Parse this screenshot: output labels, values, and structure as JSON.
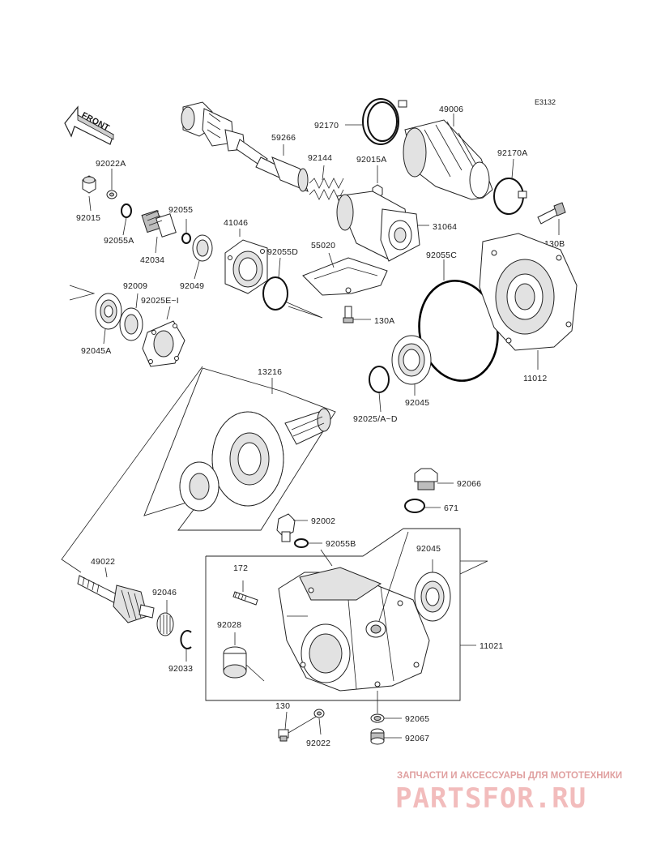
{
  "diagram_ref": "E3132",
  "front_label": "FRONT",
  "parts": {
    "p92022A": "92022A",
    "p92015": "92015",
    "p92055A": "92055A",
    "p42034": "42034",
    "p92055": "92055",
    "p41046": "41046",
    "p92049": "92049",
    "p92055D": "92055D",
    "p59266": "59266",
    "p92144": "92144",
    "p92170": "92170",
    "p49006": "49006",
    "p92015A": "92015A",
    "p92170A": "92170A",
    "p31064": "31064",
    "p55020": "55020",
    "p130B": "130B",
    "p92055C": "92055C",
    "p130A": "130A",
    "p92009": "92009",
    "p92025EI": "92025E~I",
    "p92045A": "92045A",
    "p11012": "11012",
    "p92045_top": "92045",
    "p92025AD": "92025/A~D",
    "p13216": "13216",
    "p92066": "92066",
    "p671": "671",
    "p92002": "92002",
    "p92055B": "92055B",
    "p49022": "49022",
    "p172": "172",
    "p92045_bot": "92045",
    "p92046": "92046",
    "p92028": "92028",
    "p11021": "11021",
    "p92033": "92033",
    "p130": "130",
    "p92065": "92065",
    "p92022": "92022",
    "p92067": "92067"
  },
  "watermark": {
    "caption": "ЗАПЧАСТИ И АКСЕССУАРЫ ДЛЯ МОТОТЕХНИКИ",
    "logo": "PARTSFOR.RU"
  }
}
